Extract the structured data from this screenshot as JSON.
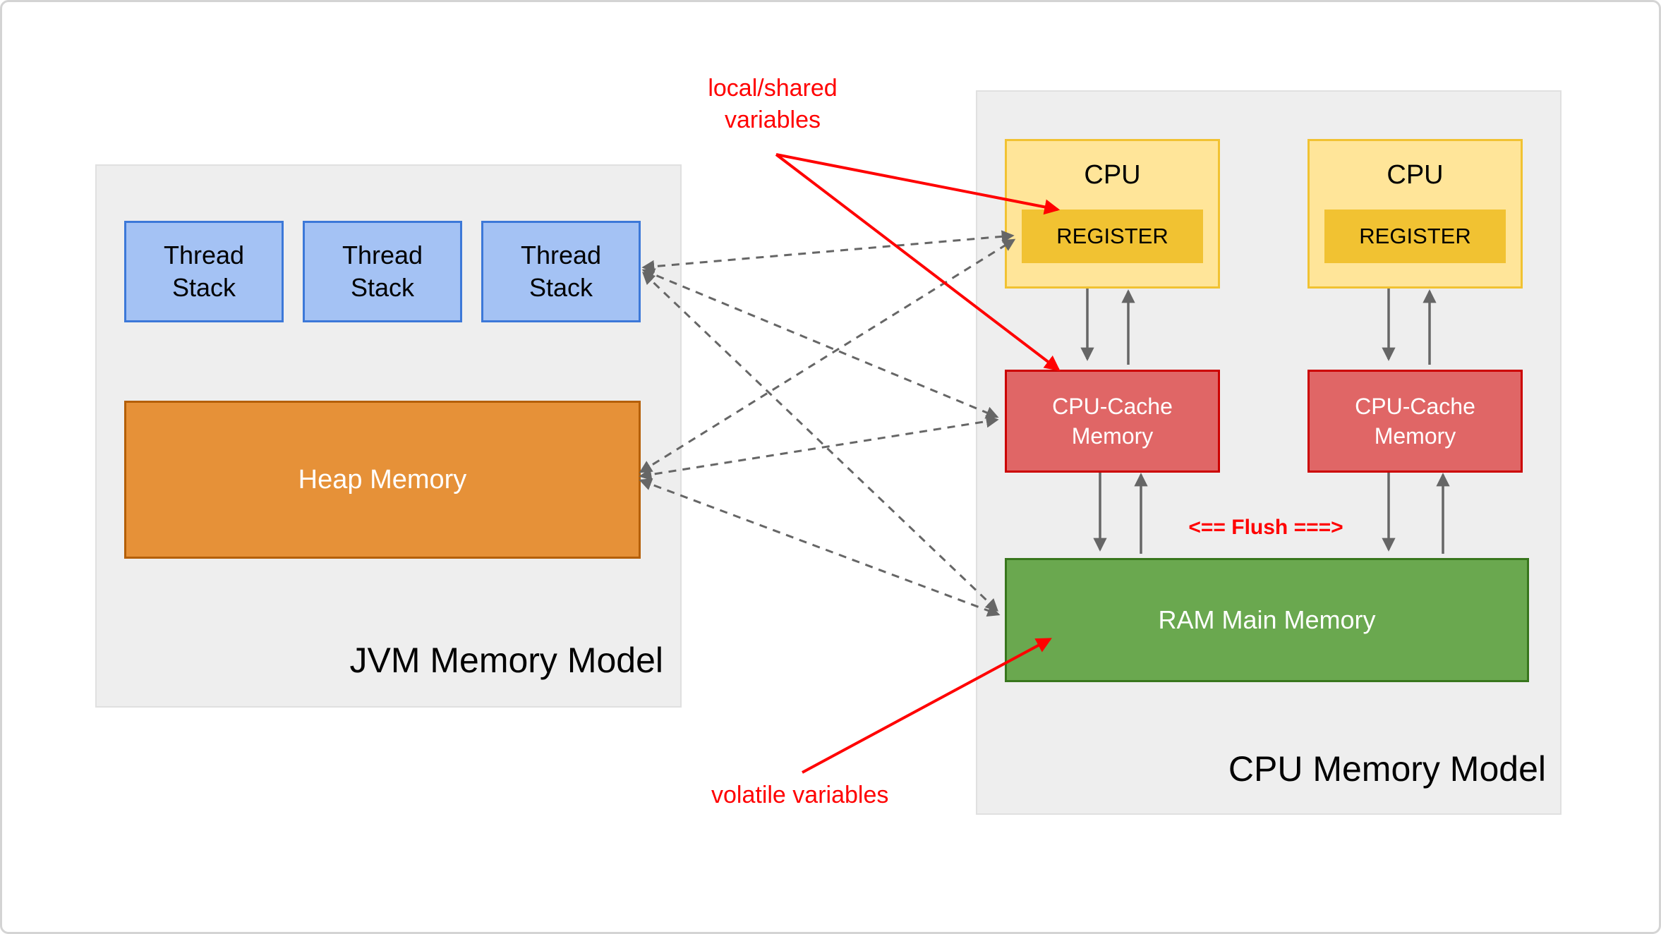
{
  "jvm": {
    "title": "JVM Memory Model",
    "thread_stack": {
      "line1": "Thread",
      "line2": "Stack"
    },
    "heap_label": "Heap Memory"
  },
  "cpu_model": {
    "title": "CPU Memory Model",
    "cpu_label": "CPU",
    "register_label": "REGISTER",
    "cache": {
      "line1": "CPU-Cache",
      "line2": "Memory"
    },
    "ram_label": "RAM Main Memory",
    "flush_label": "<== Flush ===>"
  },
  "annotations": {
    "local_shared": {
      "line1": "local/shared",
      "line2": "variables"
    },
    "volatile_label": "volatile variables"
  },
  "colors": {
    "panel_bg": "#eeeeee",
    "stack_fill": "#a4c2f4",
    "stack_border": "#3c78d8",
    "heap_fill": "#e69138",
    "heap_border": "#b45f06",
    "cpu_fill": "#ffe599",
    "cpu_border": "#f1c232",
    "register_fill": "#f1c232",
    "cache_fill": "#e06666",
    "cache_border": "#cc0000",
    "ram_fill": "#6aa84f",
    "ram_border": "#38761d",
    "connector_gray": "#666666",
    "annotation_red": "#ff0000"
  }
}
